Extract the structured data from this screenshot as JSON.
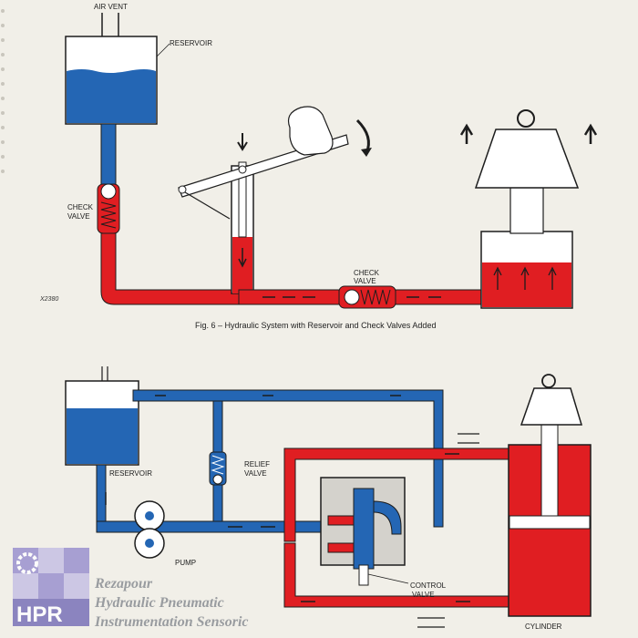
{
  "figure_caption": "Fig. 6 – Hydraulic System with Reservoir and Check Valves Added",
  "figure_number_code": "X2380",
  "top_diagram": {
    "air_vent_label": "AIR VENT",
    "reservoir_label": "RESERVOIR",
    "check_valve_left_line1": "CHECK",
    "check_valve_left_line2": "VALVE",
    "check_valve_bottom_line1": "CHECK",
    "check_valve_bottom_line2": "VALVE"
  },
  "bottom_diagram": {
    "reservoir_label": "RESERVOIR",
    "relief_valve_line1": "RELIEF",
    "relief_valve_line2": "VALVE",
    "pump_label": "PUMP",
    "control_valve_line1": "CONTROL",
    "control_valve_line2": "VALVE",
    "cylinder_label": "CYLINDER"
  },
  "watermark": {
    "monogram": "HPR",
    "line1": "Rezapour",
    "line2": "Hydraulic Pneumatic",
    "line3": "Instrumentation Sensoric"
  },
  "colors": {
    "paper": "#f1efe8",
    "pressure_fluid": "#e01e22",
    "return_fluid": "#2466b4",
    "outline": "#1d1d1d"
  }
}
